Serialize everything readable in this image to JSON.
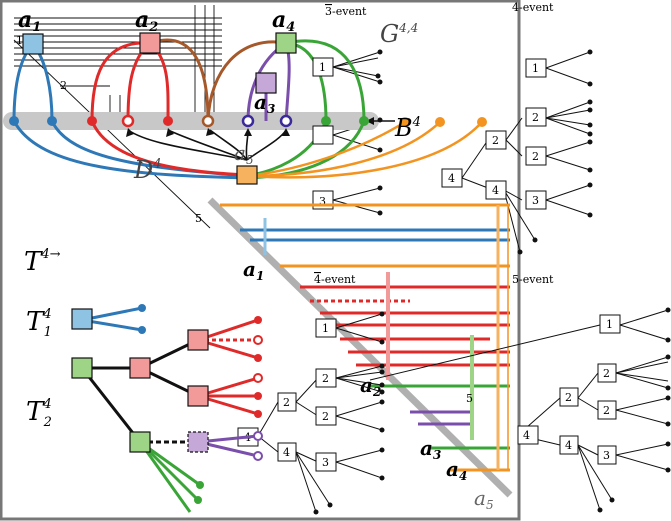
{
  "labels": {
    "a1": "a",
    "a1_sub": "1",
    "a2": "a",
    "a2_sub": "2",
    "a3": "a",
    "a3_sub": "3",
    "a4": "a",
    "a4_sub": "4",
    "a5": "a",
    "a5_sub": "5",
    "G": "G",
    "G_sup": "4,4",
    "B": "B",
    "B_sup": "4",
    "D": "D",
    "D_sup": "4",
    "T_arrow": "T",
    "T_arrow_sup": "4→",
    "T1": "T",
    "T1_sub": "1",
    "T1_sup": "4",
    "T2": "T",
    "T2_sub": "2",
    "T2_sup": "4"
  },
  "events": {
    "e3": "3",
    "e3_suffix": "-event",
    "e4": "4",
    "e4_suffix": "-event",
    "e4_right": "4-event",
    "e5_right": "5-event"
  },
  "numerals": {
    "n1": "1",
    "n2": "2",
    "n5": "5",
    "n5b": "5"
  },
  "tree_box_labels": {
    "one": "1",
    "two": "2",
    "three": "3",
    "four": "4"
  },
  "colors": {
    "blue": "#2e78b7",
    "red": "#e02a2a",
    "brown": "#a5582a",
    "purple": "#7a4eab",
    "green": "#3aa537",
    "orange": "#f39420",
    "gray_band": "#c8c8c8",
    "node_blue": "#8fc3e3",
    "node_red": "#f2999a",
    "node_purple": "#c5a8d8",
    "node_green": "#9ed485",
    "node_orange": "#f7b260"
  }
}
